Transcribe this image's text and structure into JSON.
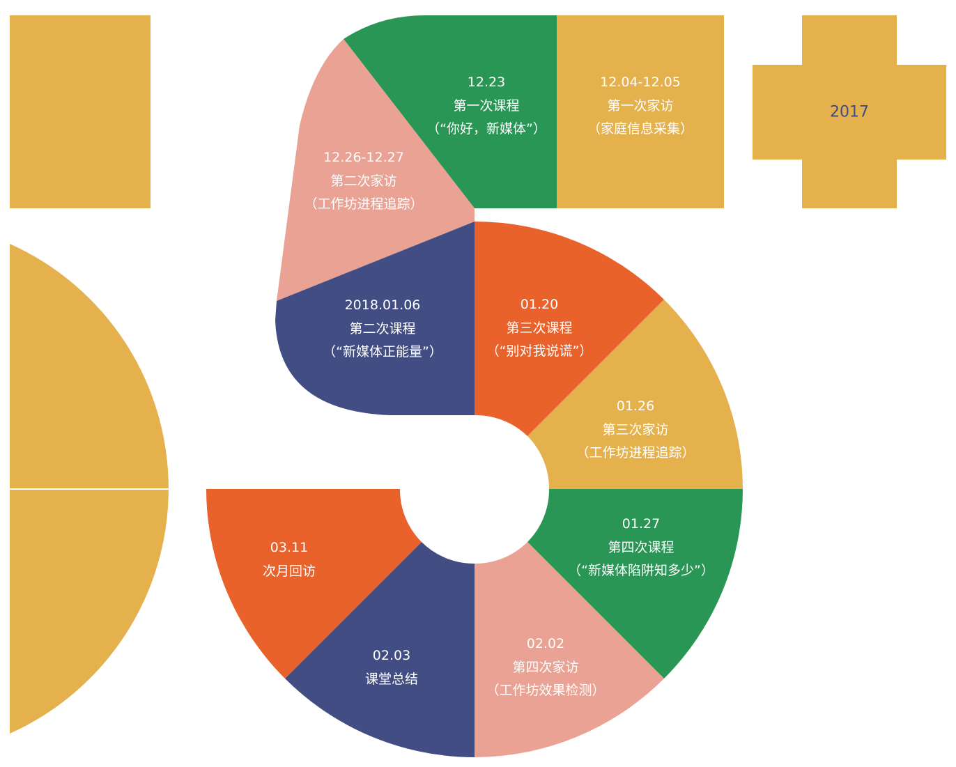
{
  "colors": {
    "mustard": "#e5b14d",
    "green": "#2a9656",
    "salmon": "#e9a294",
    "navy": "#414d83",
    "orange": "#e9612b",
    "text_light": "#ffffff",
    "text_dark": "#3f4c82"
  },
  "year_badge": {
    "label": "2017"
  },
  "segments": [
    {
      "id": "seg-1",
      "date": "12.23",
      "title": "第一次课程",
      "note": "（“你好，新媒体”）"
    },
    {
      "id": "seg-2",
      "date": "12.04-12.05",
      "title": "第一次家访",
      "note": "（家庭信息采集）"
    },
    {
      "id": "seg-3",
      "date": "12.26-12.27",
      "title": "第二次家访",
      "note": "（工作坊进程追踪）"
    },
    {
      "id": "seg-4",
      "date": "2018.01.06",
      "title": "第二次课程",
      "note": "（“新媒体正能量”）"
    },
    {
      "id": "seg-5",
      "date": "01.20",
      "title": "第三次课程",
      "note": "（“别对我说谎”）"
    },
    {
      "id": "seg-6",
      "date": "01.26",
      "title": "第三次家访",
      "note": "（工作坊进程追踪）"
    },
    {
      "id": "seg-7",
      "date": "01.27",
      "title": "第四次课程",
      "note": "（“新媒体陷阱知多少”）"
    },
    {
      "id": "seg-8",
      "date": "02.02",
      "title": "第四次家访",
      "note": "（工作坊效果检测）"
    },
    {
      "id": "seg-9",
      "date": "02.03",
      "title": "课堂总结",
      "note": ""
    },
    {
      "id": "seg-10",
      "date": "03.11",
      "title": "次月回访",
      "note": ""
    }
  ]
}
